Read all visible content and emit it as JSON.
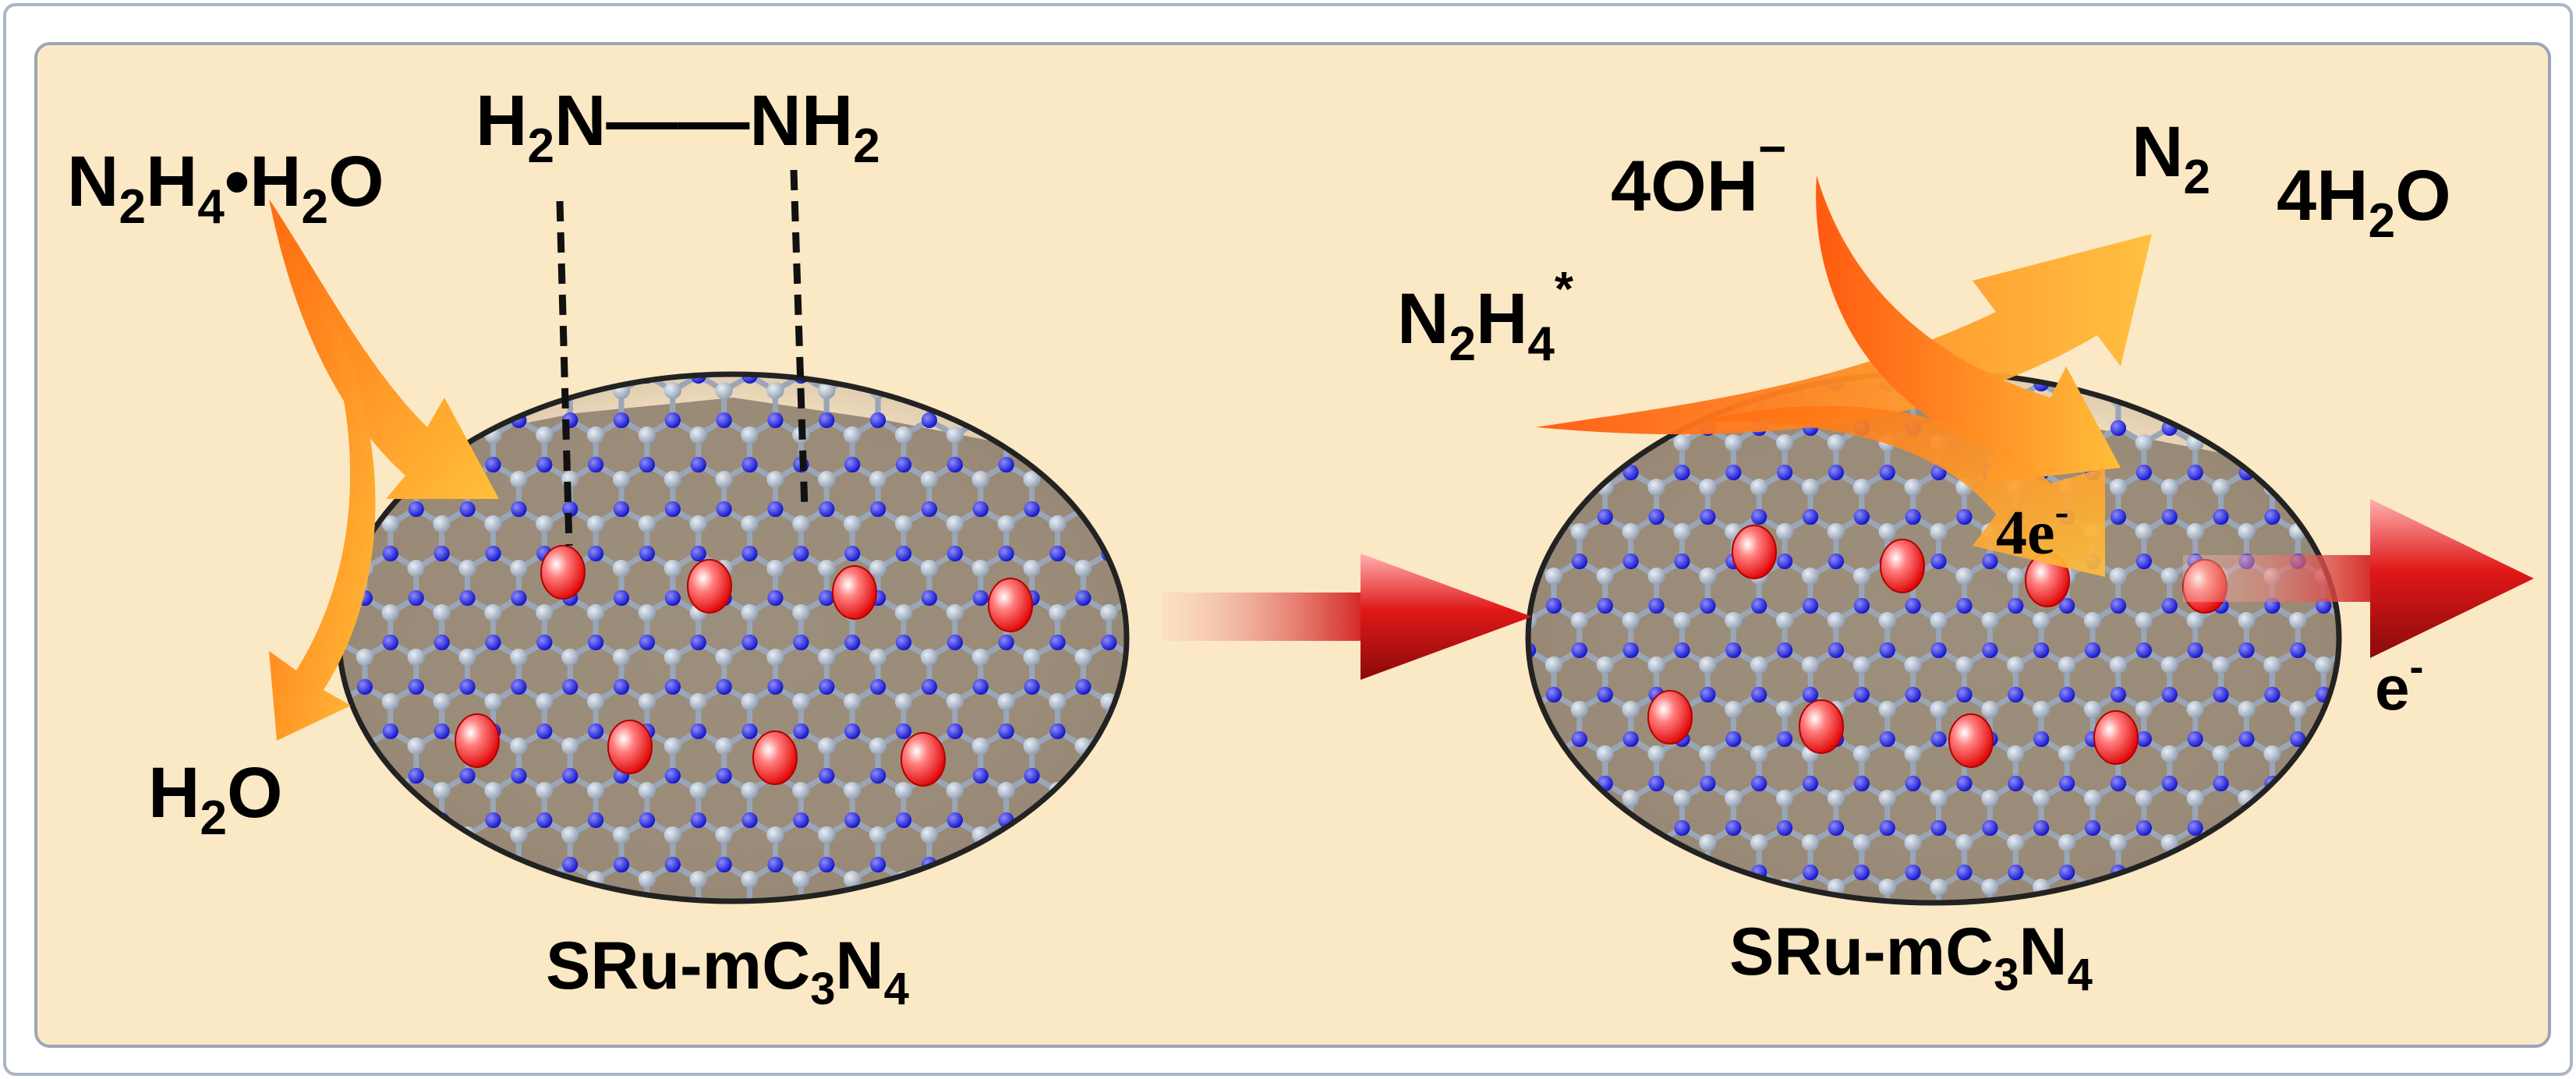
{
  "labels": {
    "hydrazine_hydrate": {
      "a": "N",
      "s1": "2",
      "b": "H",
      "s2": "4",
      "c": "•H",
      "s3": "2",
      "d": "O"
    },
    "hydrazine_struct": {
      "a": "H",
      "s1": "2",
      "b": "N",
      "bond": "——",
      "c": "NH",
      "s2": "2"
    },
    "water_left": {
      "a": "H",
      "s1": "2",
      "b": "O"
    },
    "catalyst_left": {
      "a": "SRu-mC",
      "s1": "3",
      "b": "N",
      "s2": "4"
    },
    "catalyst_right": {
      "a": "SRu-mC",
      "s1": "3",
      "b": "N",
      "s2": "4"
    },
    "hydroxide": {
      "a": "4OH",
      "sup": "−"
    },
    "nitrogen": {
      "a": "N",
      "s1": "2"
    },
    "water_right": {
      "a": "4H",
      "s1": "2",
      "b": "O"
    },
    "adsorbed_hydrazine": {
      "a": "N",
      "s1": "2",
      "b": "H",
      "s2": "4",
      "sup": "*"
    },
    "electrons_four": {
      "a": "4e",
      "sup": "-"
    },
    "electron_out": {
      "a": "e",
      "sup": "-"
    }
  },
  "colors": {
    "frame_border": "#a9b6c8",
    "panel_fill": "#fbe8c4",
    "panel_border": "#9aa6b8",
    "sheet_fill": "#8f8270",
    "carbon": "#a7b4c6",
    "nitrogen": "#2222dd",
    "ruthenium": "#ff2a2a",
    "arrow_orange": "#ff8a1c",
    "arrow_yellow": "#ffc238",
    "arrow_red": "#d0151a"
  }
}
